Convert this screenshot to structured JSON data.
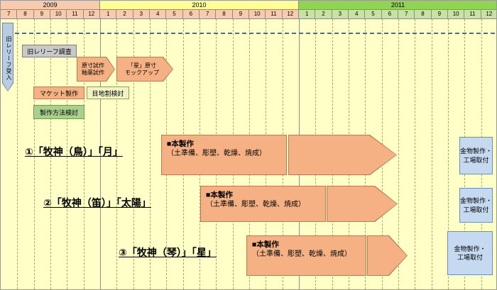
{
  "colors": {
    "chart_bg": "#ffffc8",
    "grid_line": "#a8a868",
    "header_border": "#8c8c8c",
    "year_2009_bg": "#f8cbad",
    "year_2010_bg": "#ffff99",
    "year_2011_bg": "#8fd452",
    "month_row_bg": "#f8cbad",
    "month_2011_bg": "#c8e2a2",
    "peach_fill": "#f5b183",
    "peach_border": "#b97a50",
    "gray_fill": "#c9c9c9",
    "gray_border": "#7f7f7f",
    "green_fill": "#a9d08e",
    "green_border": "#6f9c45",
    "joint_fill": "#f0f2c8",
    "joint_border": "#9aa048",
    "blue_fill": "#c5d9f1",
    "blue_border": "#6d8fb5",
    "receive_fill": "#b8cce4",
    "receive_border": "#6a86a8",
    "baseline_dash": "#3a6bc8"
  },
  "timeline": {
    "years": [
      {
        "label": "2009",
        "months": [
          "7",
          "8",
          "9",
          "10",
          "11",
          "12"
        ]
      },
      {
        "label": "2010",
        "months": [
          "1",
          "2",
          "3",
          "4",
          "5",
          "6",
          "7",
          "8",
          "9",
          "10",
          "11",
          "12"
        ]
      },
      {
        "label": "2011",
        "months": [
          "1",
          "2",
          "3",
          "4",
          "5",
          "6",
          "7",
          "8",
          "9",
          "10",
          "11",
          "12"
        ]
      }
    ]
  },
  "left_marker": {
    "label": "旧レリーフ受入"
  },
  "early_tasks": {
    "survey": {
      "label": "旧レリーフ調査"
    },
    "fullsize_trial": {
      "line1": "原寸試作",
      "line2": "釉薬試作"
    },
    "star_mockup": {
      "line1": "「星」原寸",
      "line2": "モックアップ"
    },
    "maquette": {
      "label": "マケット製作"
    },
    "joint_study": {
      "label": "目地割検討"
    },
    "method_study": {
      "label": "製作方法検討"
    }
  },
  "rows": [
    {
      "heading": "①「牧神（鳥）」「月」",
      "work_line1": "■本製作",
      "work_line2": "（土準備、彫塑、乾燥、焼成）",
      "install_line1": "金物製作・",
      "install_line2": "工場取付"
    },
    {
      "heading": "②「牧神（笛）」「太陽」",
      "work_line1": "■本製作",
      "work_line2": "（土準備、彫塑、乾燥、焼成）",
      "install_line1": "金物製作・",
      "install_line2": "工場取付"
    },
    {
      "heading": "③「牧神（琴）」「星」",
      "work_line1": "■本製作",
      "work_line2": "（土準備、彫塑、乾燥、焼成）",
      "install_line1": "金物製作・",
      "install_line2": "工場取付"
    }
  ]
}
